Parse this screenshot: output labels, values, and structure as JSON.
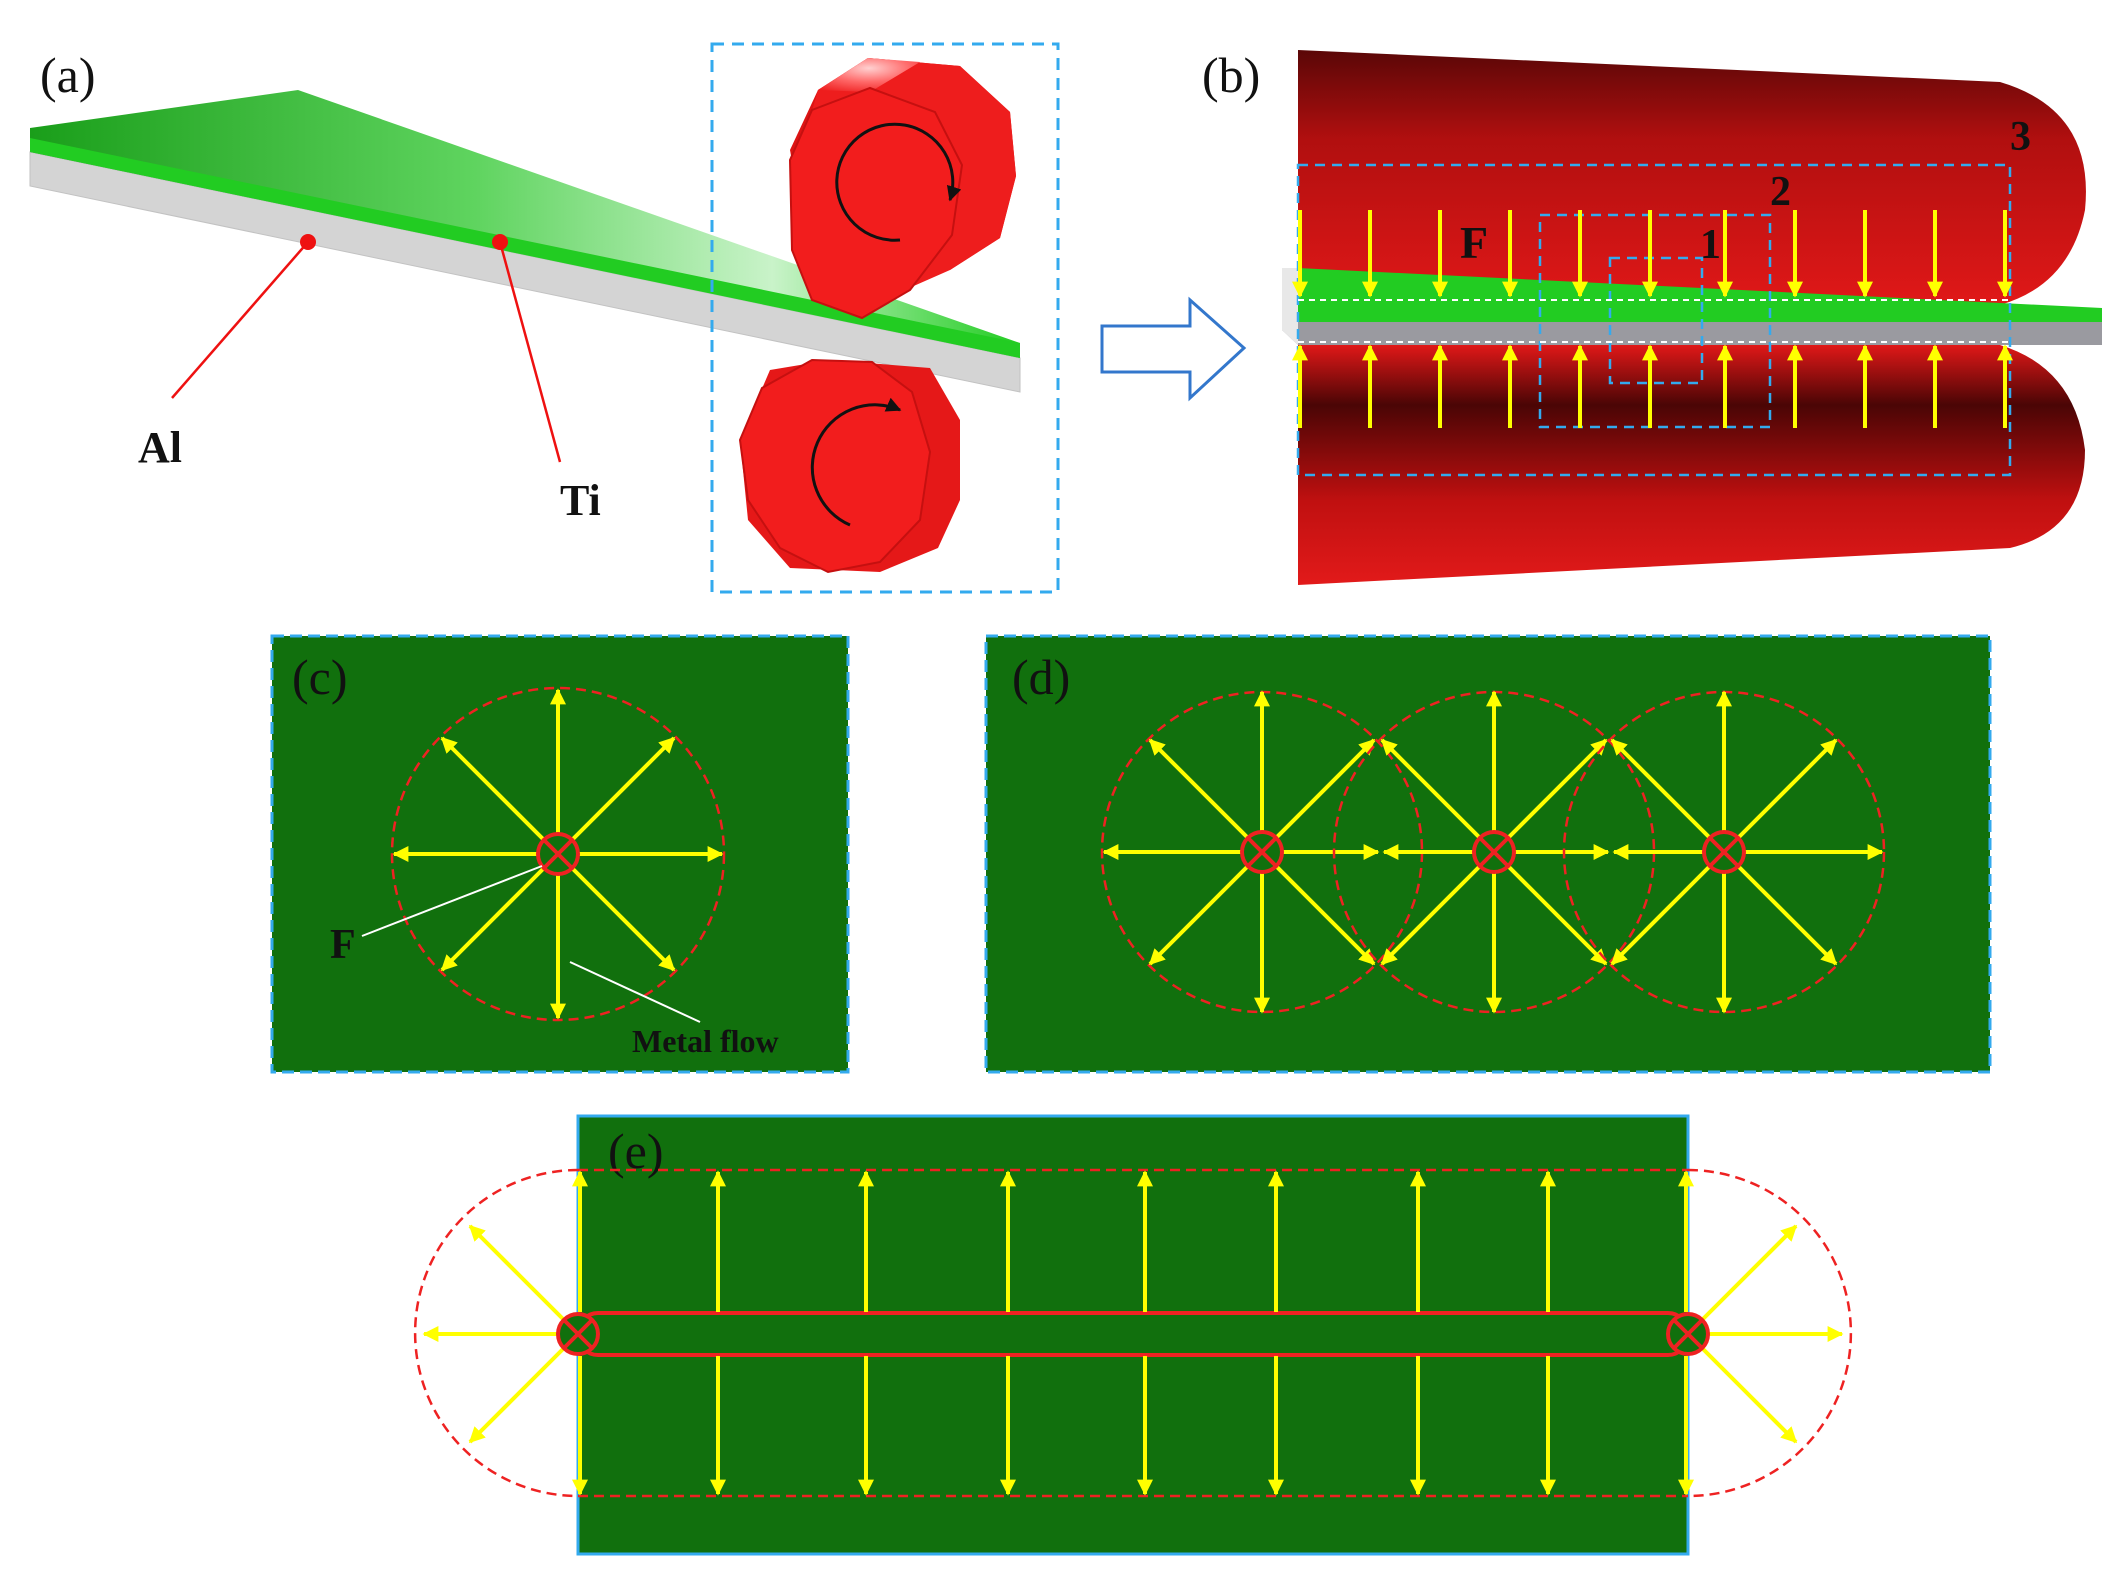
{
  "panels": {
    "a": {
      "label": "(a)",
      "al": "Al",
      "ti": "Ti"
    },
    "b": {
      "label": "(b)",
      "force": "F",
      "zone1": "1",
      "zone2": "2",
      "zone3": "3"
    },
    "c": {
      "label": "(c)",
      "force": "F",
      "flow": "Metal flow"
    },
    "d": {
      "label": "(d)"
    },
    "e": {
      "label": "(e)"
    }
  },
  "colors": {
    "sheet_green": "#22cc22",
    "panel_green": "#11700d",
    "roll_red": "#ee1d1d",
    "arrow_yellow": "#ffff00",
    "dash_blue": "#33aaee",
    "dash_red": "#ee2222",
    "aluminium_gray": "#d4d4d4"
  }
}
